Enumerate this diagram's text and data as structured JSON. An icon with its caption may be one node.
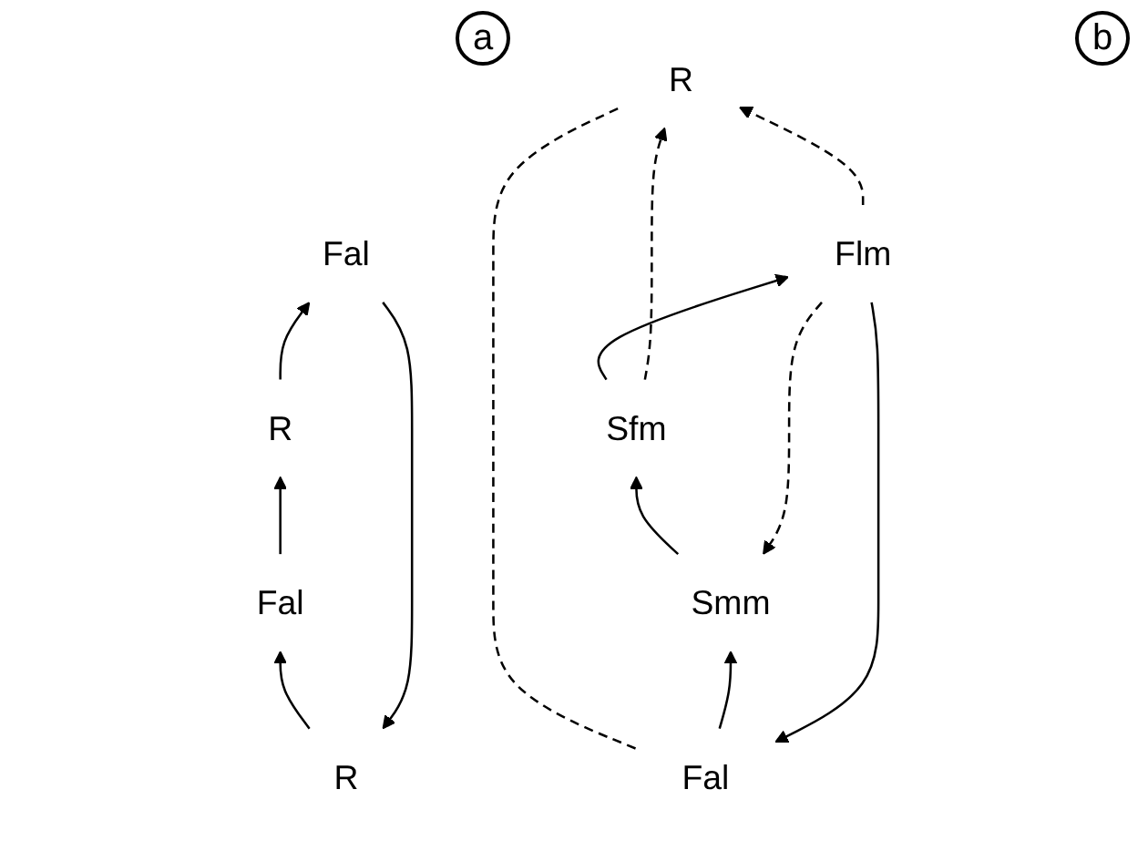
{
  "diagram": {
    "nodes": [
      {
        "text": [
          "Fal"
        ]
      },
      {
        "text": [
          "R"
        ]
      },
      {
        "text": [
          "Flm"
        ]
      },
      {
        "text": [
          "Sfm"
        ]
      },
      {
        "text": [
          "Smm"
        ]
      },
      {
        "text": [
          "R"
        ]
      },
      {
        "text": [
          "Fal"
        ]
      },
      {
        "text": [
          "R"
        ]
      },
      {
        "text": [
          "Fal"
        ]
      }
    ],
    "edges": [
      {
        "from": 4,
        "to": 3,
        "arrow": "to"
      },
      {
        "from": 3,
        "to": 2,
        "arrow": "to"
      },
      {
        "from": 2,
        "to": 0,
        "arrow": "to"
      },
      {
        "from": 0,
        "to": 1,
        "arrow": "none",
        "style": "dashed"
      },
      {
        "from": 2,
        "to": 1,
        "arrow": "to",
        "style": "dashed"
      },
      {
        "from": 3,
        "to": 1,
        "arrow": "to",
        "style": "dashed"
      },
      {
        "from": 2,
        "to": 4,
        "arrow": "to",
        "style": "dashed"
      },
      {
        "from": 0,
        "to": 4,
        "arrow": "to"
      },
      {
        "from": 8,
        "to": 7,
        "arrow": "to"
      },
      {
        "from": 7,
        "to": 6,
        "arrow": "to"
      },
      {
        "from": 6,
        "to": 5,
        "arrow": "to"
      },
      {
        "from": 5,
        "to": 8,
        "arrow": "to"
      }
    ],
    "labels": [
      "a",
      "b"
    ]
  }
}
